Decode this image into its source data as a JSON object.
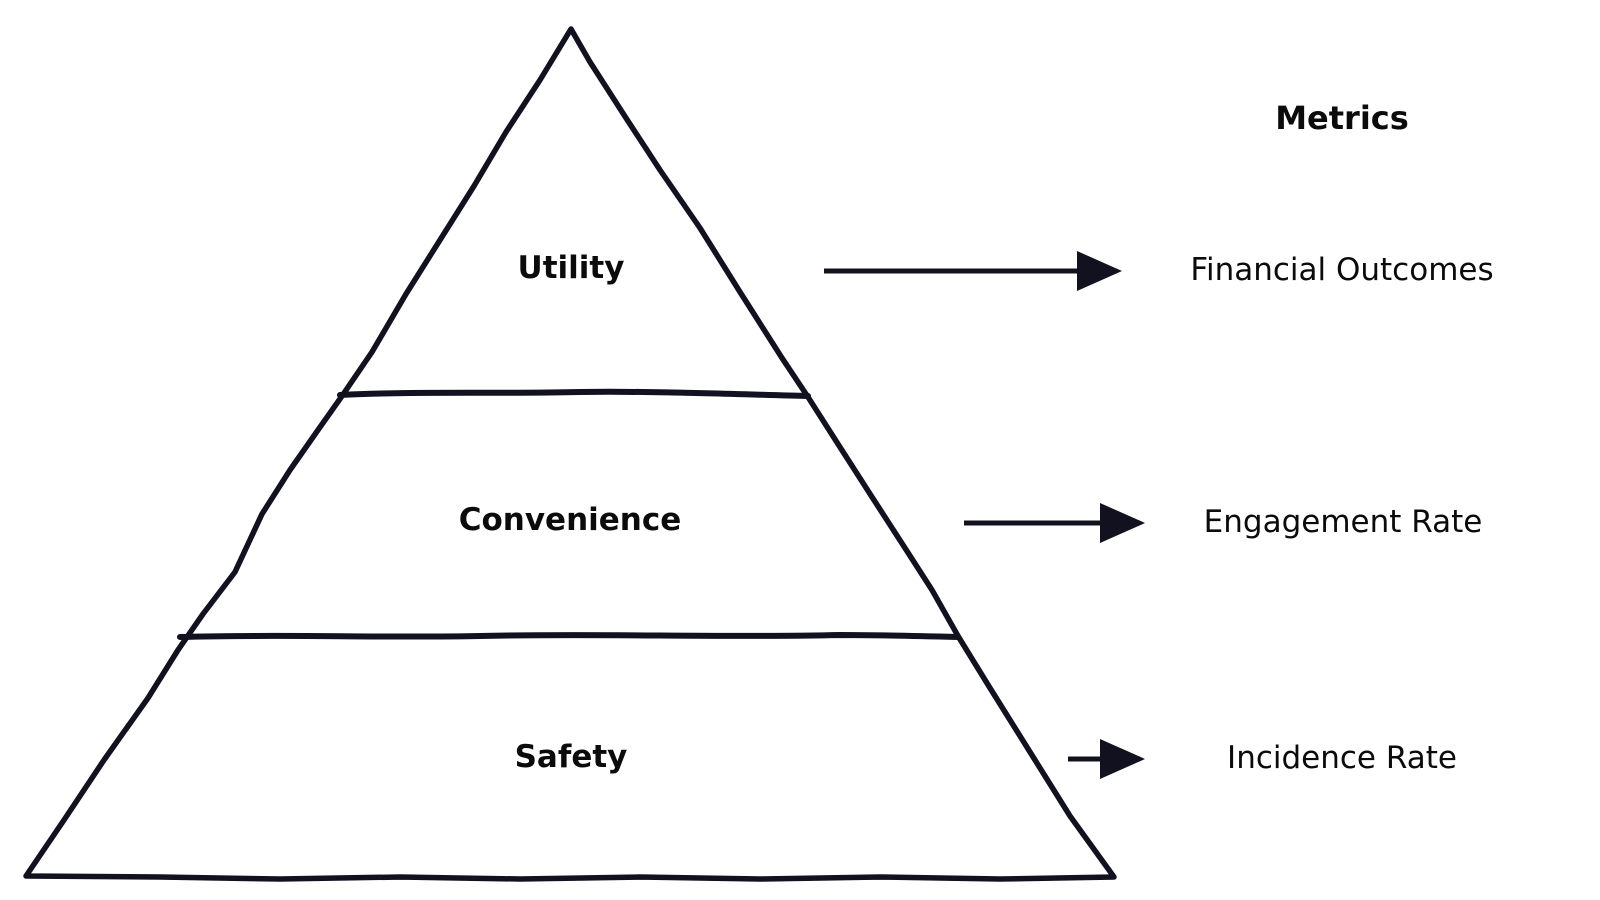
{
  "diagram": {
    "metrics_heading": "Metrics",
    "tiers": [
      {
        "label": "Utility",
        "metric": "Financial Outcomes"
      },
      {
        "label": "Convenience",
        "metric": "Engagement Rate"
      },
      {
        "label": "Safety",
        "metric": "Incidence Rate"
      }
    ],
    "colors": {
      "stroke": "#11111f",
      "text": "#0b0b0b",
      "background": "#ffffff"
    }
  }
}
